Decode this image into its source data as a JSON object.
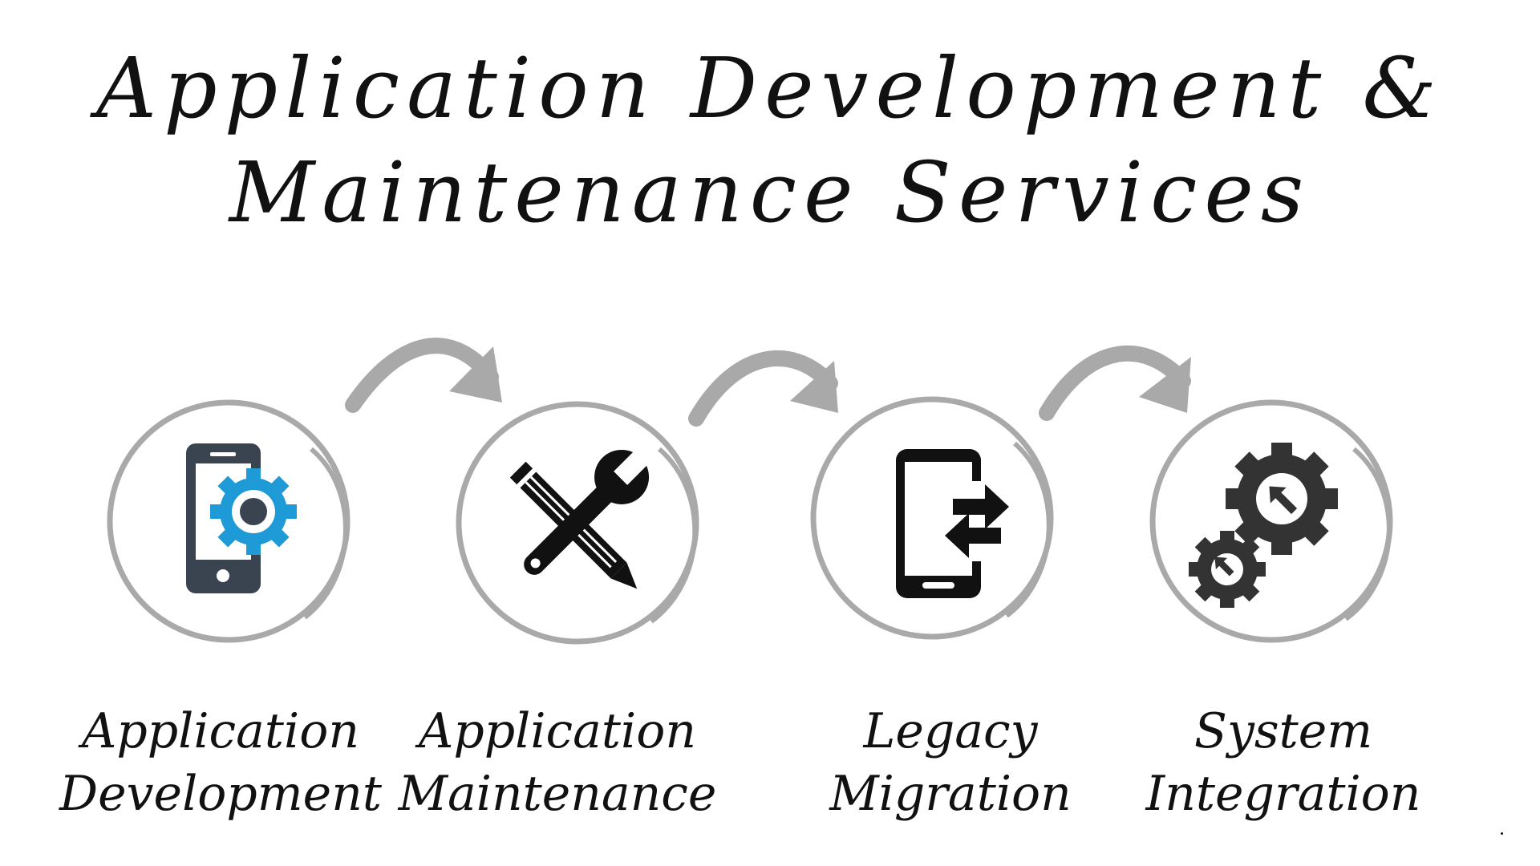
{
  "title": {
    "line1": "Application Development &",
    "line2": "Maintenance Services"
  },
  "steps": [
    {
      "line1": "Application",
      "line2": "Development",
      "icon": "smartphone-gear-icon"
    },
    {
      "line1": "Application",
      "line2": "Maintenance",
      "icon": "wrench-pencil-icon"
    },
    {
      "line1": "Legacy",
      "line2": "Migration",
      "icon": "smartphone-transfer-icon"
    },
    {
      "line1": "System",
      "line2": "Integration",
      "icon": "gears-integration-icon"
    }
  ],
  "colors": {
    "ring": "#a9a9a9",
    "arrow": "#a9a9a9",
    "icon_dark": "#3a4450",
    "icon_black": "#111111",
    "gear_blue": "#1e9ad6",
    "text": "#111111"
  }
}
